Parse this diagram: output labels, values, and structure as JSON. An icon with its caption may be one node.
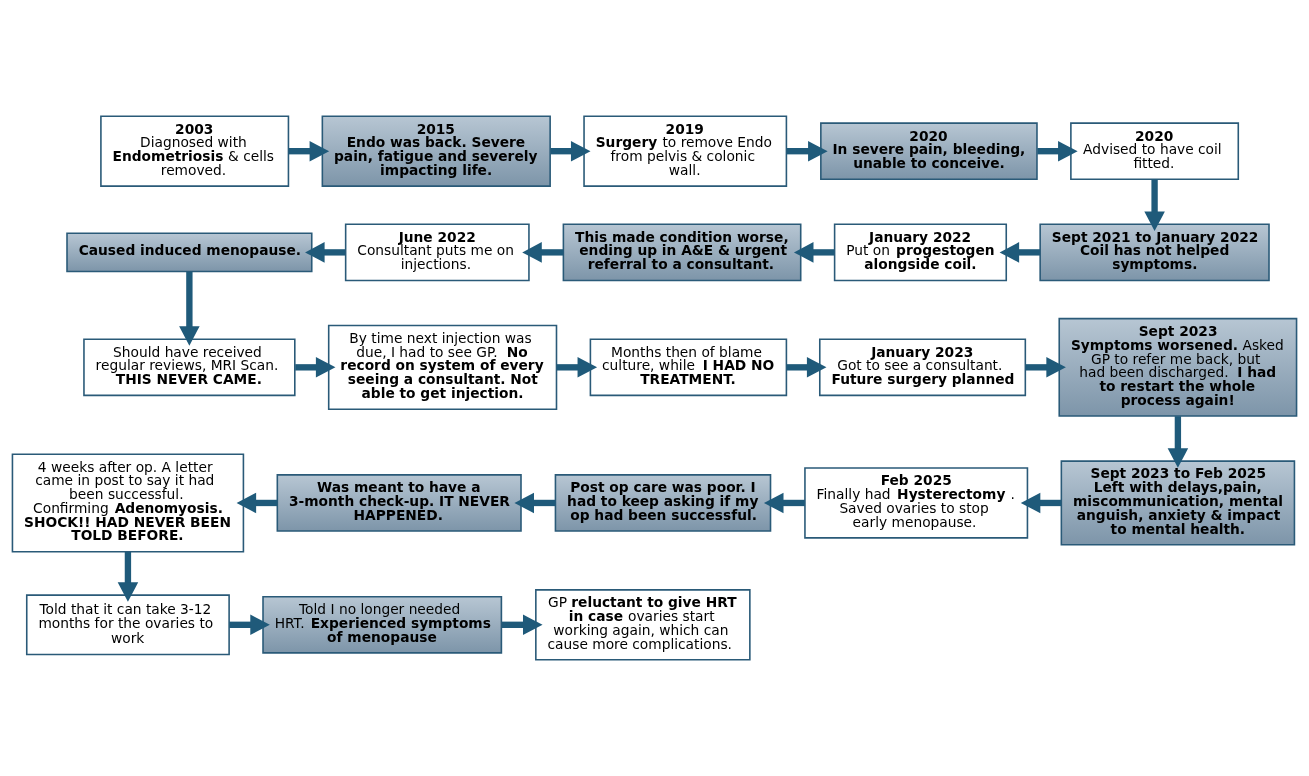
{
  "diagram": {
    "nodes": [
      {
        "text": [
          "2003",
          "Diagnosed with **Endometriosis** & cells removed."
        ]
      },
      {
        "text": [
          "2015",
          "Endo was back. Severe pain, fatigue and severely impacting life."
        ]
      },
      {
        "text": [
          "2019",
          "**Surgery** to remove Endo from pelvis & colonic wall."
        ]
      },
      {
        "text": [
          "2020",
          "In severe pain, bleeding, unable to conceive."
        ]
      },
      {
        "text": [
          "2020",
          "Advised to have coil fitted."
        ]
      },
      {
        "text": [
          "Caused induced menopause."
        ]
      },
      {
        "text": [
          "June 2022",
          "Consultant puts me on injections."
        ]
      },
      {
        "text": [
          "This made condition worse, ending up in A&E & urgent referral to a consultant."
        ]
      },
      {
        "text": [
          "January 2022",
          "Put on **progestogen alongside coil.**"
        ]
      },
      {
        "text": [
          "Sept 2021 to January 2022",
          "Coil has not helped symptoms."
        ]
      },
      {
        "text": [
          "Should have received regular reviews, MRI Scan. **THIS NEVER CAME.**"
        ]
      },
      {
        "text": [
          "By time next injection was due, I had to see GP. **No record on system of every seeing a consultant. Not able to get injection.**"
        ]
      },
      {
        "text": [
          "Months then of blame culture, while **I HAD NO TREATMENT.**"
        ]
      },
      {
        "text": [
          "January 2023",
          "Got to see a consultant. **Future surgery planned**"
        ]
      },
      {
        "text": [
          "Sept 2023",
          "**Symptoms worsened.** Asked GP to refer me back, but had been discharged. **I had to restart the whole process again!**"
        ]
      },
      {
        "text": [
          "4 weeks after op. A letter came in post to say it had been successful. Confirming **Adenomyosis. SHOCK!! HAD NEVER BEEN TOLD BEFORE.**"
        ]
      },
      {
        "text": [
          "Was meant to have a 3-month check-up. IT NEVER HAPPENED."
        ]
      },
      {
        "text": [
          "Post op care was poor. I had to keep asking if my op had been successful."
        ]
      },
      {
        "text": [
          "Feb 2025",
          "Finally had **Hysterectomy**. Saved ovaries to stop early menopause."
        ]
      },
      {
        "text": [
          "Sept 2023 to Feb 2025",
          "Left with delays,pain, miscommunication, mental anguish, anxiety & impact to mental health."
        ]
      },
      {
        "text": [
          "Told that it can take 3-12 months for the ovaries to work"
        ]
      },
      {
        "text": [
          "Told I no longer needed HRT. **Experienced symptoms of menopause**"
        ]
      },
      {
        "text": [
          "GP **reluctant to give HRT in case** ovaries start working again, which can cause more complications."
        ]
      }
    ],
    "edges": [
      {
        "from": 0,
        "to": 1,
        "arrow": "to"
      },
      {
        "from": 1,
        "to": 2,
        "arrow": "to"
      },
      {
        "from": 2,
        "to": 3,
        "arrow": "to"
      },
      {
        "from": 3,
        "to": 4,
        "arrow": "to"
      },
      {
        "from": 4,
        "to": 9,
        "arrow": "to"
      },
      {
        "from": 9,
        "to": 8,
        "arrow": "to"
      },
      {
        "from": 8,
        "to": 7,
        "arrow": "to"
      },
      {
        "from": 7,
        "to": 6,
        "arrow": "to"
      },
      {
        "from": 6,
        "to": 5,
        "arrow": "to"
      },
      {
        "from": 5,
        "to": 10,
        "arrow": "to"
      },
      {
        "from": 10,
        "to": 11,
        "arrow": "to"
      },
      {
        "from": 11,
        "to": 12,
        "arrow": "to"
      },
      {
        "from": 12,
        "to": 13,
        "arrow": "to"
      },
      {
        "from": 13,
        "to": 14,
        "arrow": "to"
      },
      {
        "from": 14,
        "to": 19,
        "arrow": "to"
      },
      {
        "from": 19,
        "to": 18,
        "arrow": "to"
      },
      {
        "from": 18,
        "to": 17,
        "arrow": "to"
      },
      {
        "from": 17,
        "to": 16,
        "arrow": "to"
      },
      {
        "from": 16,
        "to": 15,
        "arrow": "to"
      },
      {
        "from": 15,
        "to": 20,
        "arrow": "to"
      },
      {
        "from": 20,
        "to": 21,
        "arrow": "to"
      },
      {
        "from": 21,
        "to": 22,
        "arrow": "to"
      }
    ]
  }
}
